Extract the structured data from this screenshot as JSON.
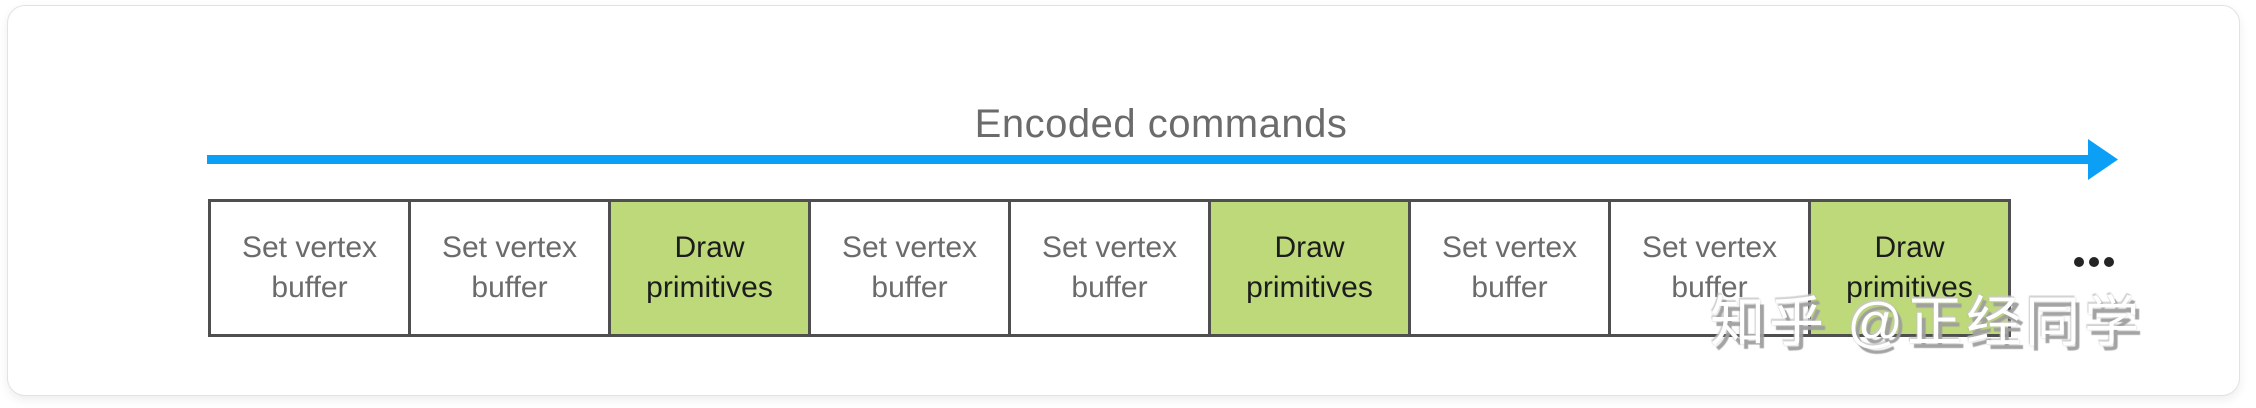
{
  "diagram": {
    "arrow_label": "Encoded commands",
    "arrow_direction": "right",
    "boxes": [
      {
        "line1": "Set vertex",
        "line2": "buffer",
        "label": "Set vertex buffer",
        "type": "set"
      },
      {
        "line1": "Set vertex",
        "line2": "buffer",
        "label": "Set vertex buffer",
        "type": "set"
      },
      {
        "line1": "Draw",
        "line2": "primitives",
        "label": "Draw primitives",
        "type": "draw"
      },
      {
        "line1": "Set vertex",
        "line2": "buffer",
        "label": "Set vertex buffer",
        "type": "set"
      },
      {
        "line1": "Set vertex",
        "line2": "buffer",
        "label": "Set vertex buffer",
        "type": "set"
      },
      {
        "line1": "Draw",
        "line2": "primitives",
        "label": "Draw primitives",
        "type": "draw"
      },
      {
        "line1": "Set vertex",
        "line2": "buffer",
        "label": "Set vertex buffer",
        "type": "set"
      },
      {
        "line1": "Set vertex",
        "line2": "buffer",
        "label": "Set vertex buffer",
        "type": "set"
      },
      {
        "line1": "Draw",
        "line2": "primitives",
        "label": "Draw primitives",
        "type": "draw"
      }
    ],
    "ellipsis": "•••"
  },
  "watermark": {
    "text": "知乎 @正经同学"
  },
  "colors": {
    "arrow_blue": "#0b9ff5",
    "draw_green": "#bed97a",
    "box_border": "#4f4f4f",
    "set_text": "#6b6b6b",
    "draw_text": "#1c1c1c",
    "title_text": "#6b6b6b"
  }
}
